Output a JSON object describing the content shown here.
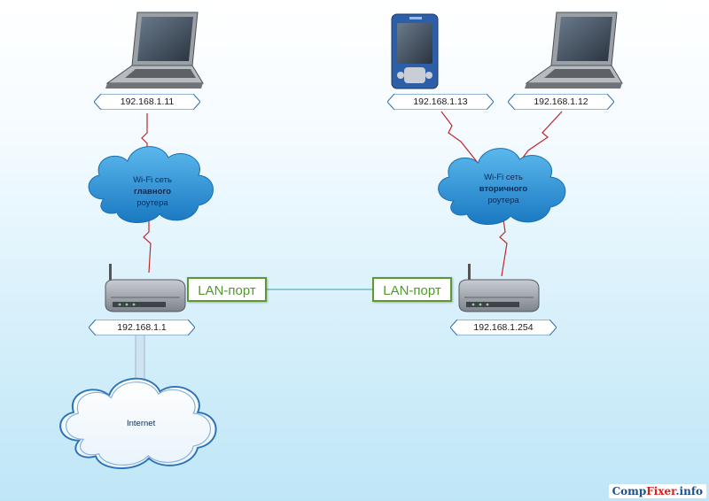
{
  "laptop_left": {
    "ip": "192.168.1.11"
  },
  "pda": {
    "ip": "192.168.1.13"
  },
  "laptop_right": {
    "ip": "192.168.1.12"
  },
  "cloud_main": {
    "line1": "Wi-Fi сеть",
    "line2": "главного",
    "line3": "роутера"
  },
  "cloud_secondary": {
    "line1": "Wi-Fi сеть",
    "line2": "вторичного",
    "line3": "роутера"
  },
  "router_main": {
    "ip": "192.168.1.1",
    "port_label": "LAN-порт"
  },
  "router_secondary": {
    "ip": "192.168.1.254",
    "port_label": "LAN-порт"
  },
  "internet": {
    "label": "Internet"
  },
  "watermark": {
    "part1": "Comp",
    "part2": "Fixer",
    "part3": ".info"
  },
  "colors": {
    "link_wireless": "#c0282a",
    "link_lan": "#3aa0b8",
    "cloud_fill": "#2a8fd0",
    "lan_border": "#5a9a2e"
  }
}
